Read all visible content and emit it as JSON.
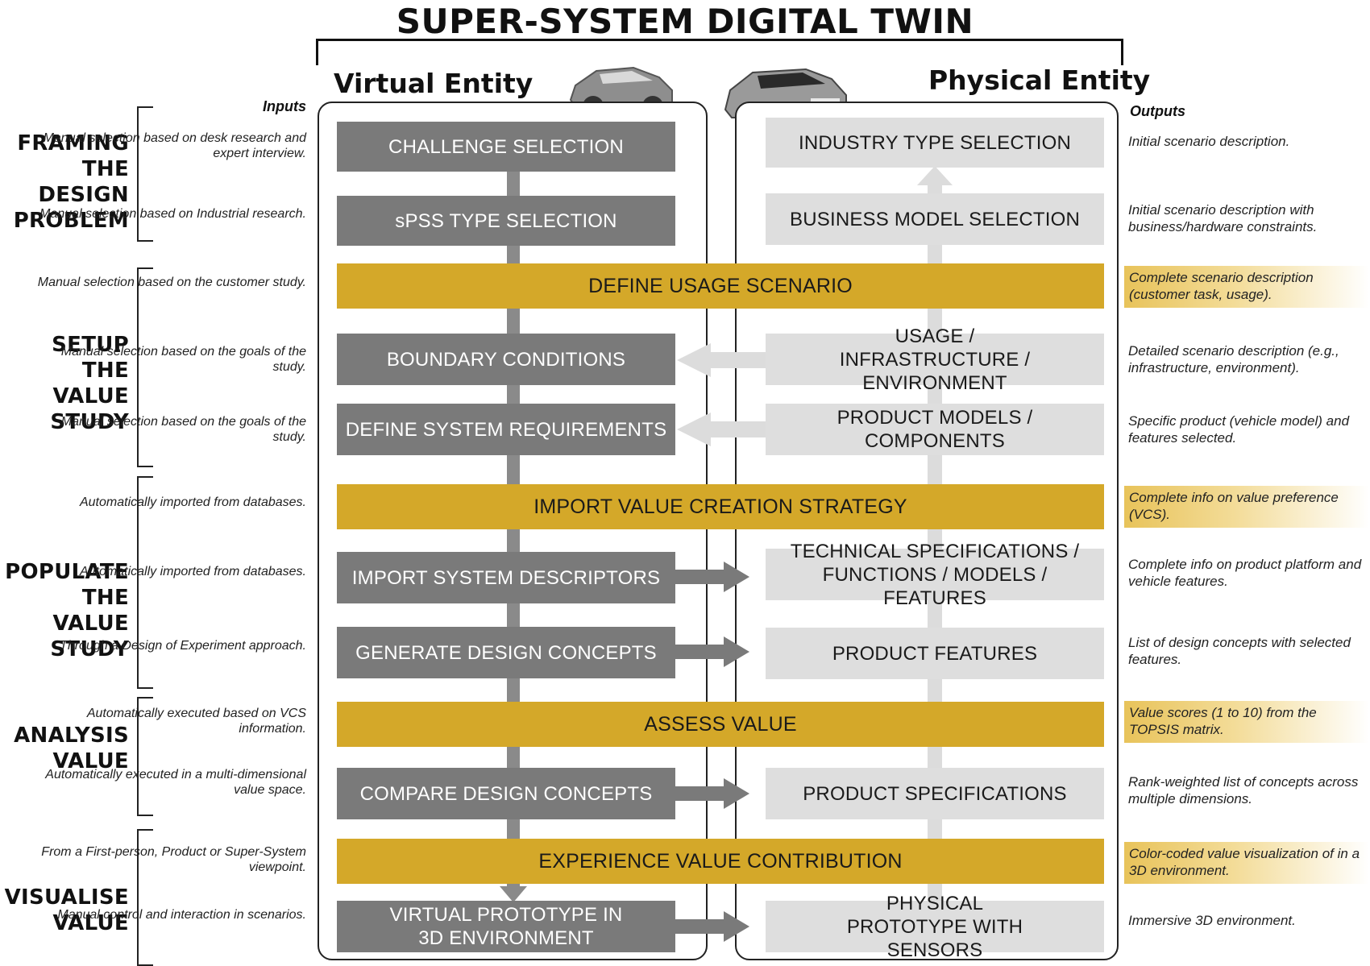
{
  "title": "SUPER-SYSTEM DIGITAL TWIN",
  "virtual_entity": "Virtual Entity",
  "physical_entity": "Physical Entity",
  "inputs_header": "Inputs",
  "outputs_header": "Outputs",
  "phases": {
    "framing": "FRAMING THE DESIGN PROBLEM",
    "setup": "SETUP THE VALUE STUDY",
    "populate": "POPULATE THE VALUE STUDY",
    "analysis": "ANALYSIS VALUE",
    "visualise": "VISUALISE VALUE"
  },
  "inputs": [
    "Manual selection based on desk research and expert interview.",
    "Manual selection based on Industrial research.",
    "Manual selection based on the customer study.",
    "Manual selection based on the goals of the study.",
    "Manual selection based on the goals of the study.",
    "Automatically imported from databases.",
    "Automatically imported from databases.",
    "Through a Design of Experiment approach.",
    "Automatically executed based on VCS information.",
    "Automatically executed in a multi-dimensional value space.",
    "From a First-person, Product or Super-System viewpoint.",
    "Manual control and interaction in scenarios."
  ],
  "virtual_steps": {
    "challenge": "CHALLENGE SELECTION",
    "spss": "sPSS TYPE SELECTION",
    "boundary": "BOUNDARY CONDITIONS",
    "requirements": "DEFINE SYSTEM REQUIREMENTS",
    "descriptors": "IMPORT SYSTEM DESCRIPTORS",
    "concepts": "GENERATE DESIGN CONCEPTS",
    "compare": "COMPARE DESIGN CONCEPTS",
    "prototype": "VIRTUAL PROTOTYPE IN 3D ENVIRONMENT"
  },
  "physical_steps": {
    "industry": "INDUSTRY TYPE SELECTION",
    "business": "BUSINESS MODEL SELECTION",
    "usage": "USAGE / INFRASTRUCTURE / ENVIRONMENT",
    "products": "PRODUCT MODELS / COMPONENTS",
    "techspec": "TECHNICAL SPECIFICATIONS / FUNCTIONS / MODELS / FEATURES",
    "features": "PRODUCT FEATURES",
    "specs": "PRODUCT SPECIFICATIONS",
    "physproto": "PHYSICAL PROTOTYPE WITH SENSORS"
  },
  "shared_steps": {
    "usage_scenario": "DEFINE USAGE SCENARIO",
    "vcs": "IMPORT VALUE CREATION STRATEGY",
    "assess": "ASSESS VALUE",
    "experience": "EXPERIENCE VALUE CONTRIBUTION"
  },
  "outputs": [
    "Initial scenario description.",
    "Initial scenario description with business/hardware constraints.",
    "Complete scenario description (customer task, usage).",
    "Detailed  scenario description (e.g., infrastructure, environment).",
    "Specific product (vehicle model) and features selected.",
    "Complete info on value preference (VCS).",
    "Complete info on product platform and vehicle features.",
    "List of design concepts with selected features.",
    "Value scores (1 to 10) from the TOPSIS matrix.",
    "Rank-weighted list of concepts across multiple dimensions.",
    "Color-coded value visualization of in a 3D environment.",
    "Immersive 3D environment."
  ],
  "colors": {
    "virtual_box": "#7a7a7a",
    "physical_box": "#dedede",
    "shared_box": "#d4a829",
    "virtual_arrow": "#8a8a8a",
    "physical_arrow": "#dcdcdc"
  },
  "icons": [
    "car-virtual-icon",
    "car-physical-icon"
  ]
}
